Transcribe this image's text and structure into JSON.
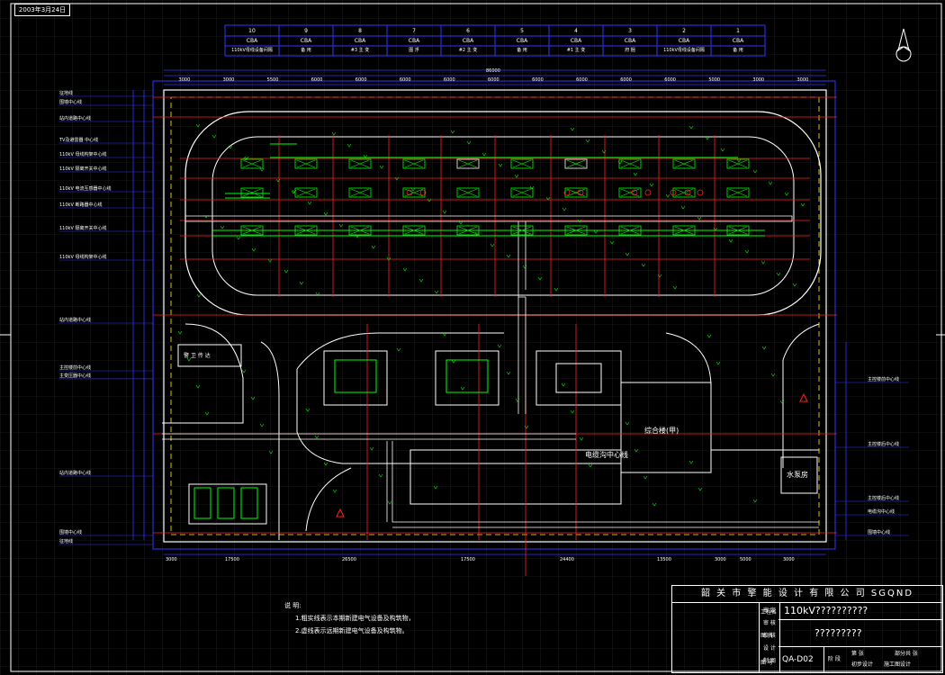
{
  "date": "2003年3月24日",
  "columns": [
    {
      "num": "10",
      "type": "CBA",
      "name": "110kV母线设备间隔"
    },
    {
      "num": "9",
      "type": "CBA",
      "name": "备  用"
    },
    {
      "num": "8",
      "type": "CBA",
      "name": "#3 主 变"
    },
    {
      "num": "7",
      "type": "CBA",
      "name": "图 浮"
    },
    {
      "num": "6",
      "type": "CBA",
      "name": "#2 主 变"
    },
    {
      "num": "5",
      "type": "CBA",
      "name": "备  用"
    },
    {
      "num": "4",
      "type": "CBA",
      "name": "#1 主 变"
    },
    {
      "num": "3",
      "type": "CBA",
      "name": "府 捆"
    },
    {
      "num": "2",
      "type": "CBA",
      "name": "110kV母线设备间隔"
    },
    {
      "num": "1",
      "type": "CBA",
      "name": "备  用"
    }
  ],
  "left_labels": [
    "征地线",
    "围墙中心线",
    "站内道路中心线",
    "TV及避雷器 中心线",
    "110kV 母线构架中心线",
    "110kV 隔离开关中心线",
    "110kV 电流互感器中心线",
    "110kV 断路器中心线",
    "110kV 隔离开关中心线",
    "110kV 母线构架中心线",
    "站内道路中心线",
    "主控楼前中心线",
    "主变压器中心线",
    "站内道路中心线",
    "围墙中心线",
    "征地线"
  ],
  "right_labels": [
    "主控楼前中心线",
    "主控楼后中心线",
    "主控楼后中心线",
    "电缆沟中心线",
    "围墙中心线"
  ],
  "top_dims": [
    "3000",
    "3000",
    "5500",
    "6000",
    "6000",
    "6000",
    "6000",
    "6000",
    "6000",
    "6000",
    "6000",
    "6000",
    "5000",
    "3000",
    "3000"
  ],
  "overall_dim": "86000",
  "bottom_dims": [
    "3000",
    "17500",
    "26500",
    "17500",
    "24400",
    "13500",
    "3000",
    "5000",
    "3000"
  ],
  "buildings": {
    "main": "综合楼(甲)",
    "pump": "水泵房",
    "small": "警 卫 传 达",
    "cable_trench": "电缆沟中心线"
  },
  "notes": {
    "title": "说 明:",
    "line1": "1.粗实线表示本期新建电气设备及构筑物，",
    "line2": "2.虚线表示远期新建电气设备及构筑物。"
  },
  "title_block": {
    "company": "韶 关 市 擎 能 设 计 有 限 公 司  SGQND",
    "project": "110kV??????????",
    "drawing_name": "?????????",
    "drawing_no": "QA-D02",
    "project_label": "工程名",
    "name_label": "图 名",
    "no_label": "图 号",
    "roles": [
      "审 定",
      "审 核",
      "校 核",
      "设 计",
      "制 图"
    ],
    "footer": [
      "第 张",
      "初步设计",
      "部分共 张",
      "施工图设计",
      "阶 段"
    ]
  },
  "colors": {
    "bg": "#000000",
    "grid": "#3a3a3a",
    "blue": "#2222ff",
    "green": "#00ff00",
    "red": "#ff2020",
    "yellow": "#ffff00",
    "white": "#ffffff",
    "cyan": "#00ffff"
  }
}
